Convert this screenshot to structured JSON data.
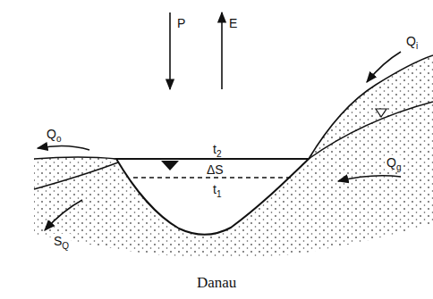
{
  "diagram": {
    "caption": "Danau",
    "labels": [
      "P",
      "E",
      "Qi",
      "Qo",
      "t2",
      "ΔS",
      "t1",
      "Qg",
      "SQ"
    ]
  }
}
